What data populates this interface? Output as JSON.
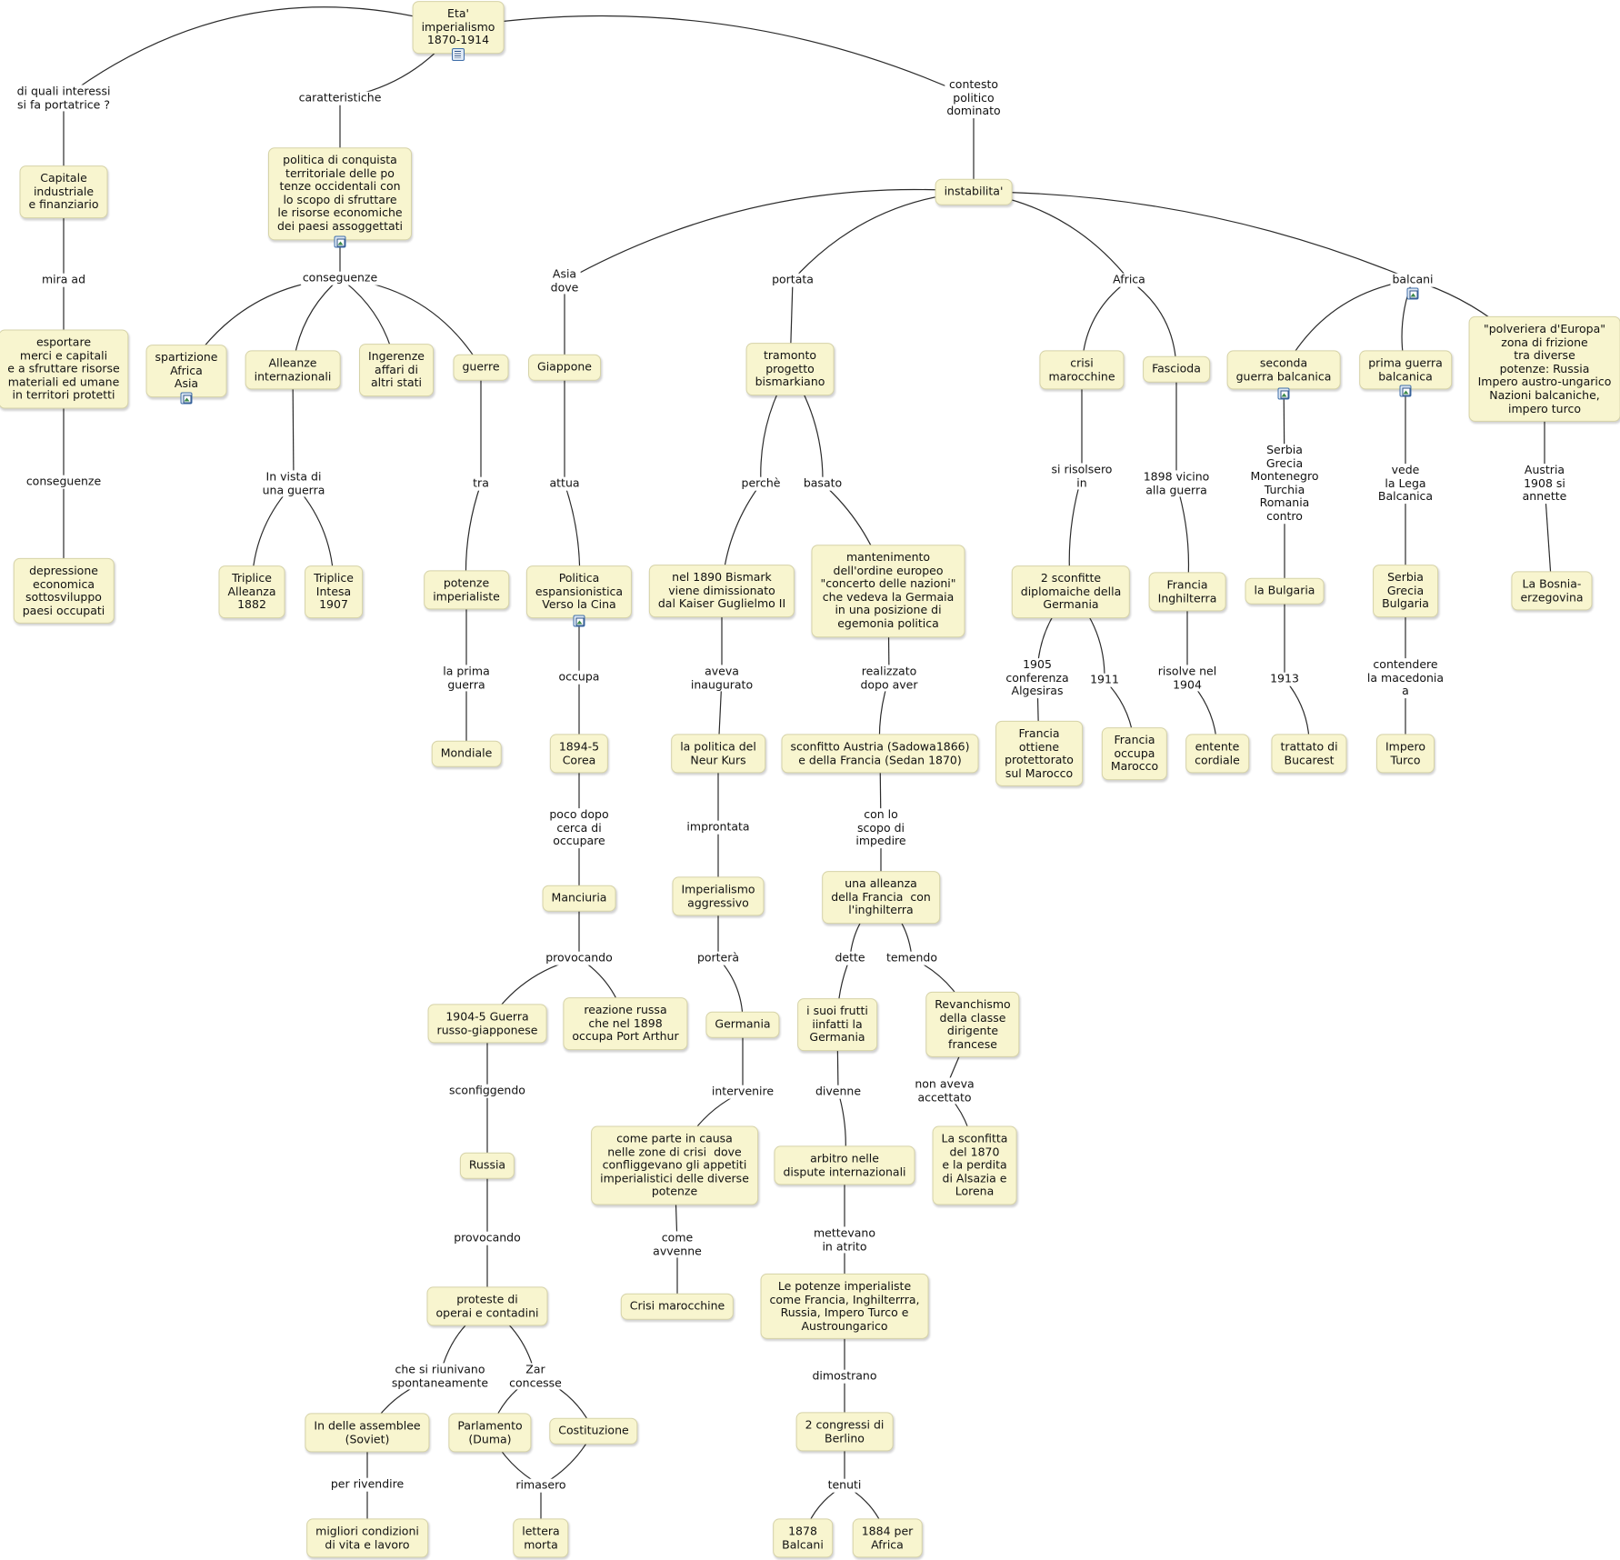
{
  "nodes": [
    {
      "id": "root",
      "text": "Eta'\nimperialismo\n1870-1914"
    },
    {
      "id": "capitale",
      "text": "Capitale\nindustriale\ne finanziario"
    },
    {
      "id": "esportare",
      "text": "esportare\nmerci e capitali\ne a sfruttare risorse\nmateriali ed umane\nin territori protetti"
    },
    {
      "id": "depressione",
      "text": "depressione\neconomica\nsottosviluppo\npaesi occupati"
    },
    {
      "id": "politica",
      "text": "politica di conquista\nterritoriale delle po\ntenze occidentali con\nlo scopo di sfruttare\nle risorse economiche\ndei paesi assoggettati"
    },
    {
      "id": "spartizione",
      "text": "spartizione\nAfrica\nAsia"
    },
    {
      "id": "alleanze",
      "text": "Alleanze\ninternazionali"
    },
    {
      "id": "ingerenze",
      "text": "Ingerenze\naffari di\naltri stati"
    },
    {
      "id": "guerre",
      "text": "guerre"
    },
    {
      "id": "triplice_all",
      "text": "Triplice\nAlleanza\n1882"
    },
    {
      "id": "triplice_int",
      "text": "Triplice\nIntesa\n1907"
    },
    {
      "id": "potenze_imp",
      "text": "potenze\nimperialiste"
    },
    {
      "id": "mondiale",
      "text": "Mondiale"
    },
    {
      "id": "instabilita",
      "text": "instabilita'"
    },
    {
      "id": "giappone",
      "text": "Giappone"
    },
    {
      "id": "politica_esp",
      "text": "Politica\nespansionistica\nVerso la Cina"
    },
    {
      "id": "corea",
      "text": "1894-5\nCorea"
    },
    {
      "id": "manciuria",
      "text": "Manciuria"
    },
    {
      "id": "guerra_rg",
      "text": "1904-5 Guerra\nrusso-giapponese"
    },
    {
      "id": "reazione",
      "text": "reazione russa\nche nel 1898\noccupa Port Arthur"
    },
    {
      "id": "russia",
      "text": "Russia"
    },
    {
      "id": "proteste",
      "text": "proteste di\noperai e contadini"
    },
    {
      "id": "assemblee",
      "text": "In delle assemblee\n(Soviet)"
    },
    {
      "id": "parlamento",
      "text": "Parlamento\n(Duma)"
    },
    {
      "id": "costituzione",
      "text": "Costituzione"
    },
    {
      "id": "migliori",
      "text": "migliori condizioni\ndi vita e lavoro"
    },
    {
      "id": "lettera",
      "text": "lettera\nmorta"
    },
    {
      "id": "tramonto",
      "text": "tramonto\nprogetto\nbismarkiano"
    },
    {
      "id": "bismark1890",
      "text": "nel 1890 Bismark\nviene dimissionato\ndal Kaiser Guglielmo II"
    },
    {
      "id": "mantenimento",
      "text": "mantenimento\ndell'ordine europeo\n\"concerto delle nazioni\"\nche vedeva la Germaia\nin una posizione di\negemonia politica"
    },
    {
      "id": "neur_kurs",
      "text": "la politica del\nNeur Kurs"
    },
    {
      "id": "imp_aggr",
      "text": "Imperialismo\naggressivo"
    },
    {
      "id": "germania",
      "text": "Germania"
    },
    {
      "id": "come_parte",
      "text": "come parte in causa\nnelle zone di crisi  dove\nconfliggevano gli appetiti\nimperialistici delle diverse\npotenze"
    },
    {
      "id": "crisi_maroc2",
      "text": "Crisi marocchine"
    },
    {
      "id": "sconfitto",
      "text": "sconfitto Austria (Sadowa1866)\ne della Francia (Sedan 1870)"
    },
    {
      "id": "alleanza_fr",
      "text": "una alleanza\ndella Francia  con\nl'inghilterra"
    },
    {
      "id": "suoi_frutti",
      "text": "i suoi frutti\niinfatti la\nGermania"
    },
    {
      "id": "revanchismo",
      "text": "Revanchismo\ndella classe\ndirigente\nfrancese"
    },
    {
      "id": "arbitro",
      "text": "arbitro nelle\ndispute internazionali"
    },
    {
      "id": "sconfitta1870",
      "text": "La sconfitta\ndel 1870\ne la perdita\ndi Alsazia e\nLorena"
    },
    {
      "id": "potenze_imp2",
      "text": "Le potenze imperialiste\ncome Francia, Inghilterrra,\nRussia, Impero Turco e\nAustroungarico"
    },
    {
      "id": "congressi",
      "text": "2 congressi di\nBerlino"
    },
    {
      "id": "balcani1878",
      "text": "1878\nBalcani"
    },
    {
      "id": "africa1884",
      "text": "1884 per\nAfrica"
    },
    {
      "id": "crisi_maroc",
      "text": "crisi\nmarocchine"
    },
    {
      "id": "fascioda",
      "text": "Fascioda"
    },
    {
      "id": "due_sconfitte",
      "text": "2 sconfitte\ndiplomaiche della\nGermania"
    },
    {
      "id": "fr_ottiene",
      "text": "Francia\nottiene\nprotettorato\nsul Marocco"
    },
    {
      "id": "fr_occupa",
      "text": "Francia\noccupa\nMarocco"
    },
    {
      "id": "fr_ingh",
      "text": "Francia\nInghilterra"
    },
    {
      "id": "entente",
      "text": "entente\ncordiale"
    },
    {
      "id": "seconda_gb",
      "text": "seconda\nguerra balcanica"
    },
    {
      "id": "prima_gb",
      "text": "prima guerra\nbalcanica"
    },
    {
      "id": "polveriera",
      "text": "\"polveriera d'Europa\"\nzona di frizione\ntra diverse\npotenze: Russia\nImpero austro-ungarico\nNazioni balcaniche,\nimpero turco"
    },
    {
      "id": "bulgaria",
      "text": "la Bulgaria"
    },
    {
      "id": "trattato",
      "text": "trattato di\nBucarest"
    },
    {
      "id": "serbia",
      "text": "Serbia\nGrecia\nBulgaria"
    },
    {
      "id": "impero_turco",
      "text": "Impero\nTurco"
    },
    {
      "id": "bosnia",
      "text": "La Bosnia-\nerzegovina"
    }
  ],
  "links": [
    {
      "id": "l_interessi",
      "text": "di quali interessi\nsi fa portatrice ?"
    },
    {
      "id": "l_miraad",
      "text": "mira ad"
    },
    {
      "id": "l_conseg1",
      "text": "conseguenze"
    },
    {
      "id": "l_caratt",
      "text": "caratteristiche"
    },
    {
      "id": "l_conseg2",
      "text": "conseguenze"
    },
    {
      "id": "l_invista",
      "text": "In vista di\nuna guerra"
    },
    {
      "id": "l_tra",
      "text": "tra"
    },
    {
      "id": "l_laprima",
      "text": "la prima\nguerra"
    },
    {
      "id": "l_contesto",
      "text": "contesto\npolitico\ndominato"
    },
    {
      "id": "l_asia",
      "text": "Asia\ndove"
    },
    {
      "id": "l_portata",
      "text": "portata"
    },
    {
      "id": "l_africa",
      "text": "Africa"
    },
    {
      "id": "l_balcani",
      "text": "balcani"
    },
    {
      "id": "l_attua",
      "text": "attua"
    },
    {
      "id": "l_occupa",
      "text": "occupa"
    },
    {
      "id": "l_pocodopo",
      "text": "poco dopo\ncerca di\noccupare"
    },
    {
      "id": "l_provocando1",
      "text": "provocando"
    },
    {
      "id": "l_sconfiggendo",
      "text": "sconfiggendo"
    },
    {
      "id": "l_provocando2",
      "text": "provocando"
    },
    {
      "id": "l_chesiriun",
      "text": "che si riunivano\nspontaneamente"
    },
    {
      "id": "l_zar",
      "text": "Zar\nconcesse"
    },
    {
      "id": "l_perriv",
      "text": "per rivendire"
    },
    {
      "id": "l_rimasero",
      "text": "rimasero"
    },
    {
      "id": "l_perche",
      "text": "perchè"
    },
    {
      "id": "l_basato",
      "text": "basato"
    },
    {
      "id": "l_aveva",
      "text": "aveva\ninaugurato"
    },
    {
      "id": "l_improntata",
      "text": "improntata"
    },
    {
      "id": "l_portera",
      "text": "porterà"
    },
    {
      "id": "l_intervenire",
      "text": "intervenire"
    },
    {
      "id": "l_comeavv",
      "text": "come\navvenne"
    },
    {
      "id": "l_realizzato",
      "text": "realizzato\ndopo aver"
    },
    {
      "id": "l_conlo",
      "text": "con lo\nscopo di\nimpedire"
    },
    {
      "id": "l_dette",
      "text": "dette"
    },
    {
      "id": "l_temendo",
      "text": "temendo"
    },
    {
      "id": "l_divenne",
      "text": "divenne"
    },
    {
      "id": "l_nonaveva",
      "text": "non aveva\naccettato"
    },
    {
      "id": "l_mettevano",
      "text": "mettevano\nin atrito"
    },
    {
      "id": "l_dimostrano",
      "text": "dimostrano"
    },
    {
      "id": "l_tenuti",
      "text": "tenuti"
    },
    {
      "id": "l_sirisolsero",
      "text": "si risolsero\nin"
    },
    {
      "id": "l_1898",
      "text": "1898 vicino\nalla guerra"
    },
    {
      "id": "l_1905",
      "text": "1905\nconferenza\nAlgesiras"
    },
    {
      "id": "l_1911",
      "text": "1911"
    },
    {
      "id": "l_risolve",
      "text": "risolve nel\n1904"
    },
    {
      "id": "l_serbia",
      "text": "Serbia\nGrecia\nMontenegro\nTurchia\nRomania\ncontro"
    },
    {
      "id": "l_1913",
      "text": "1913"
    },
    {
      "id": "l_vede",
      "text": "vede\nla Lega\nBalcanica"
    },
    {
      "id": "l_contendere",
      "text": "contendere\nla macedonia\na"
    },
    {
      "id": "l_austria",
      "text": "Austria\n1908 si\nannette"
    }
  ]
}
